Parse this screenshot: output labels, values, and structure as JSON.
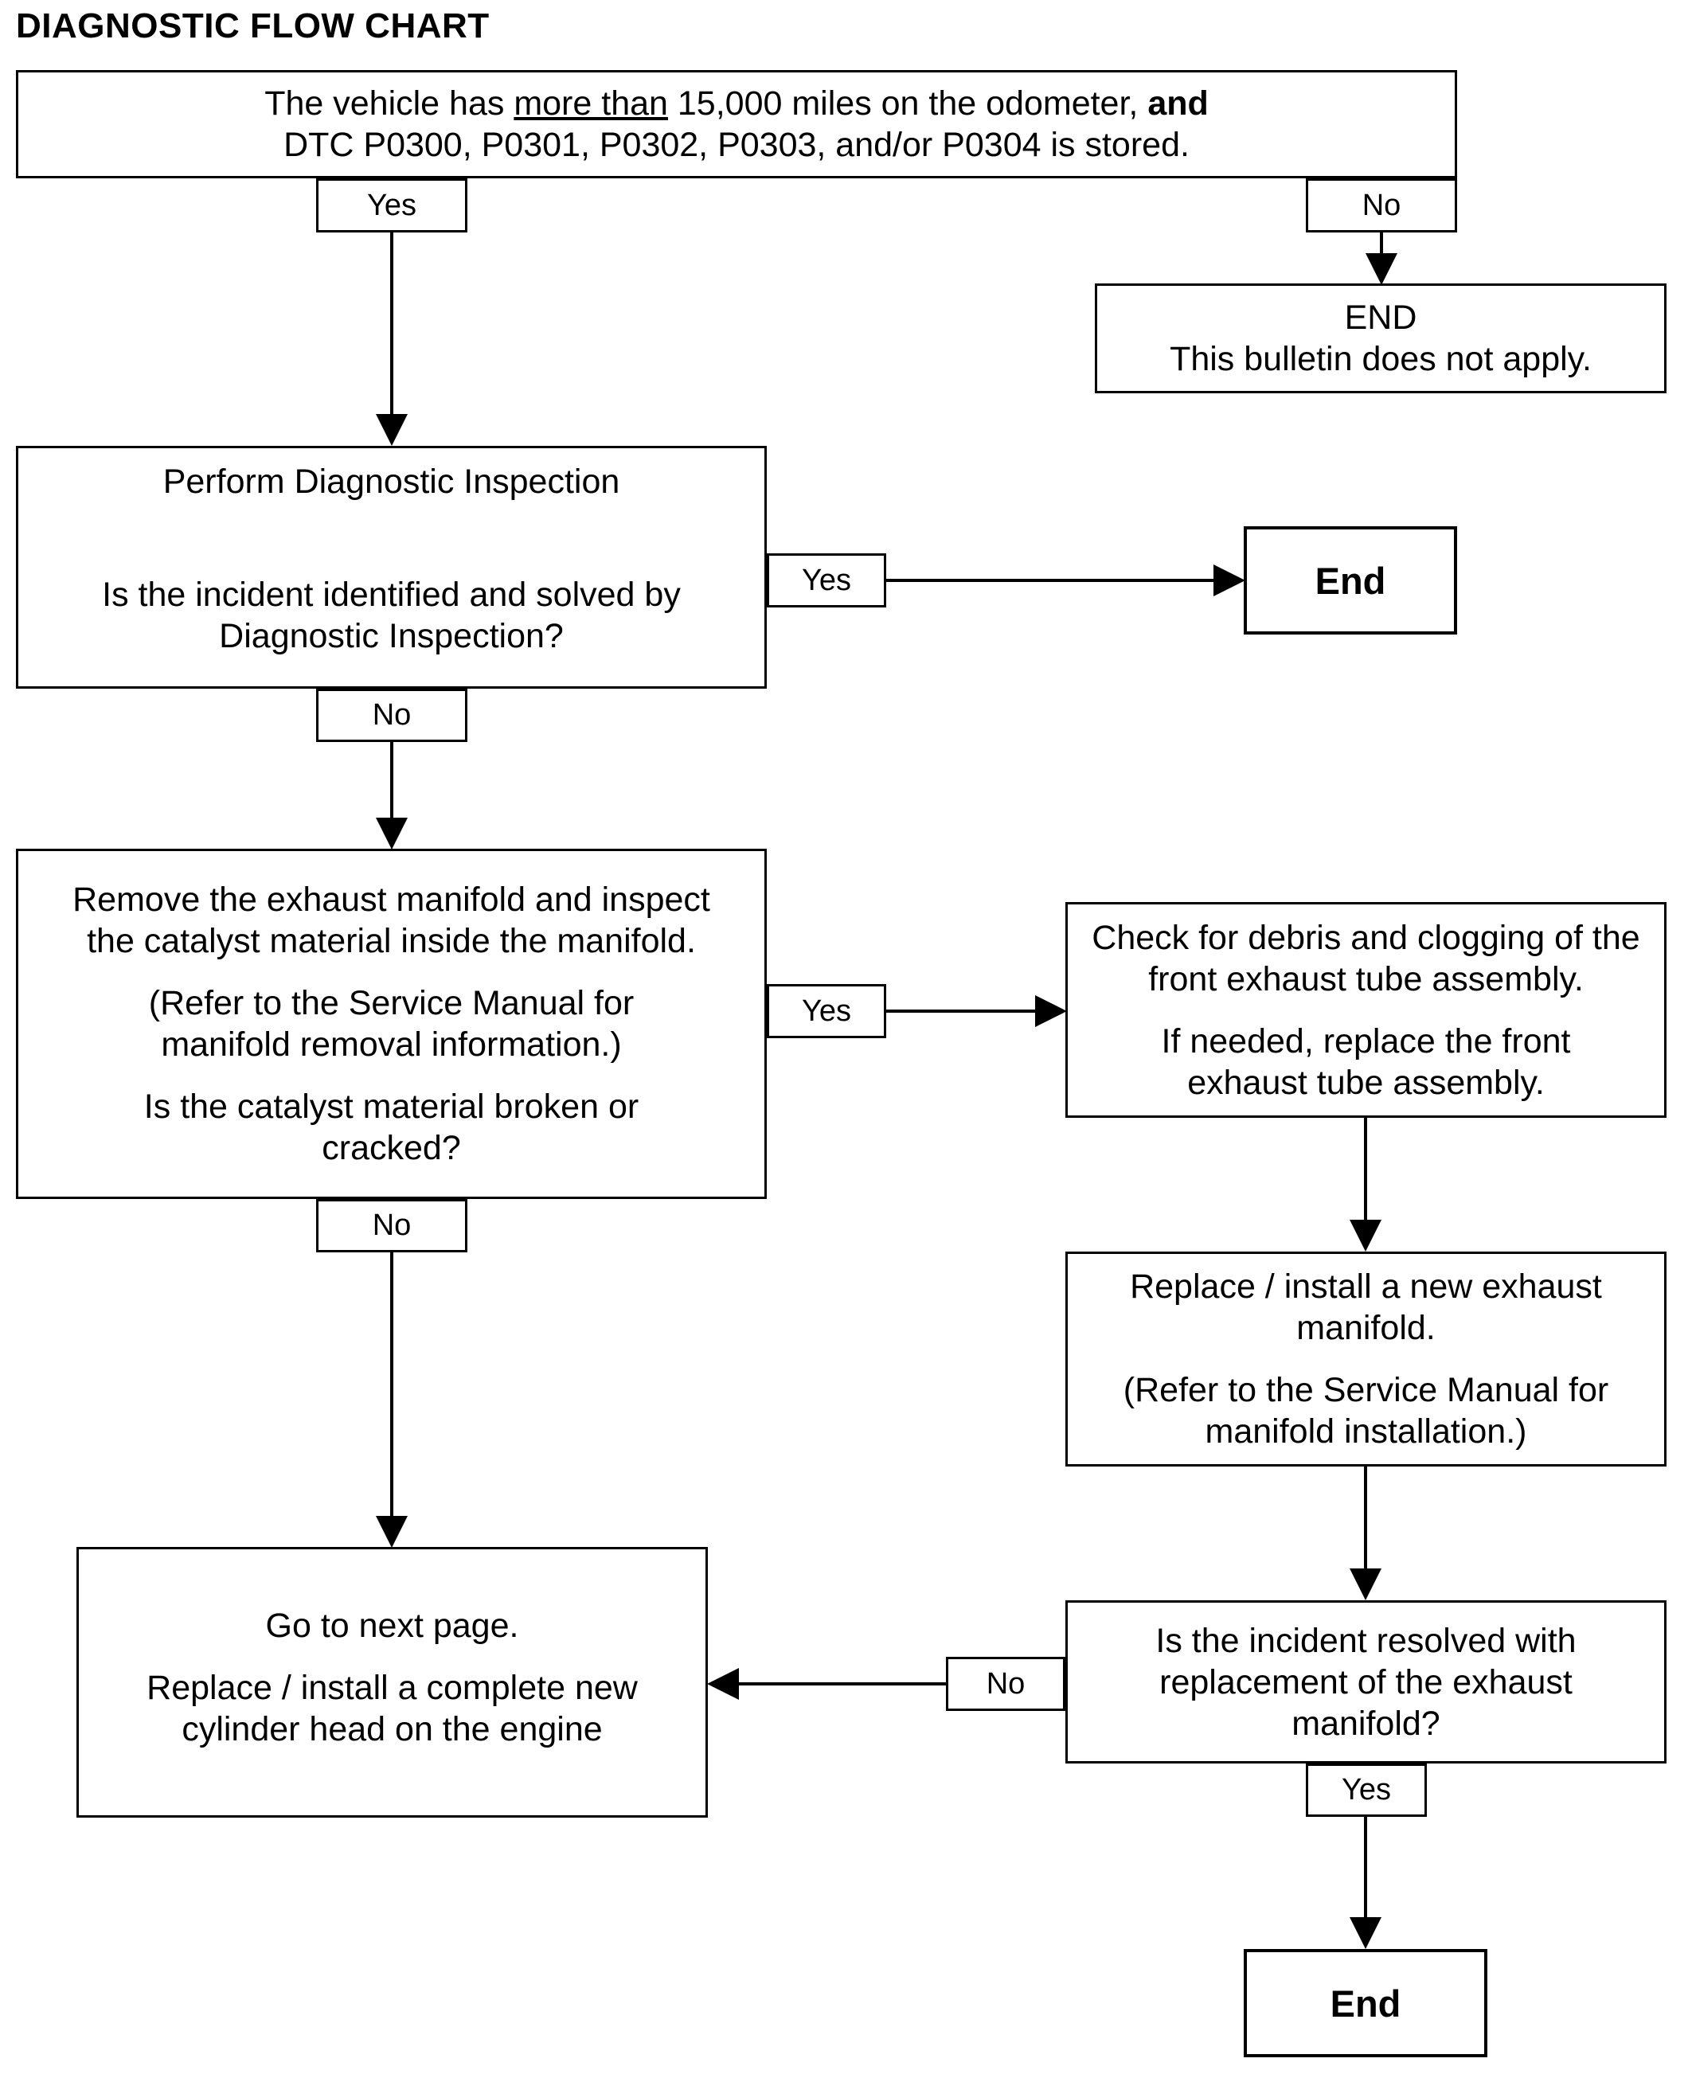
{
  "title": "DIAGNOSTIC FLOW CHART",
  "box1": {
    "line1_pre": "The vehicle has ",
    "line1_underlined": "more than",
    "line1_post": " 15,000 miles on the odometer, ",
    "line1_bold": "and",
    "line2": "DTC P0300, P0301, P0302, P0303, and/or P0304 is stored."
  },
  "box1_yes": "Yes",
  "box1_no": "No",
  "end_not_apply": {
    "line1": "END",
    "line2": "This bulletin does not apply."
  },
  "inspection": {
    "heading": "Perform Diagnostic Inspection",
    "question": "Is the incident identified and solved by Diagnostic Inspection?"
  },
  "inspection_yes": "Yes",
  "inspection_no": "No",
  "end_1": "End",
  "manifold_check": {
    "line1": "Remove the exhaust manifold and inspect the catalyst material inside the manifold.",
    "line2": "(Refer to the Service Manual for manifold removal information.)",
    "line3": "Is the catalyst material broken or cracked?"
  },
  "manifold_yes": "Yes",
  "manifold_no": "No",
  "debris": {
    "line1": "Check for debris and clogging of the front exhaust tube assembly.",
    "line2": "If needed, replace the front exhaust tube assembly."
  },
  "replace_manifold": {
    "line1": "Replace / install a new exhaust manifold.",
    "line2": "(Refer to the Service Manual for manifold installation.)"
  },
  "resolved_question": "Is the incident resolved with replacement of the exhaust manifold?",
  "resolved_no": "No",
  "resolved_yes": "Yes",
  "cylinder_head": {
    "line1": "Go to next page.",
    "line2": "Replace / install a complete new cylinder head on the engine"
  },
  "end_2": "End"
}
